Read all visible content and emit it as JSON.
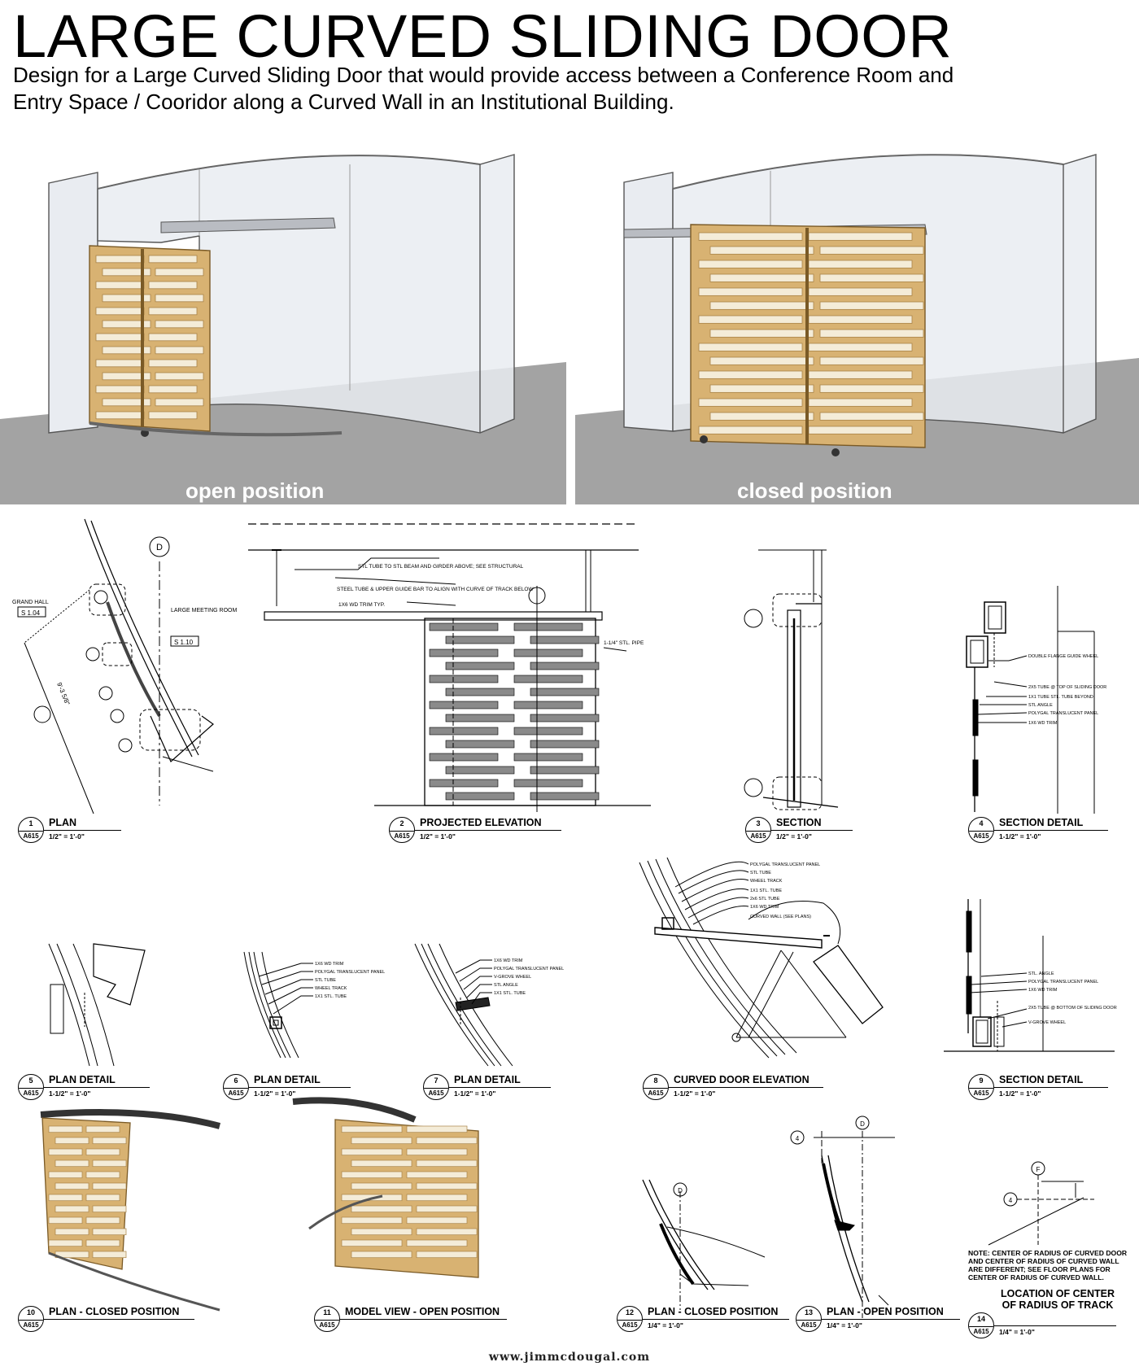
{
  "header": {
    "title": "LARGE CURVED SLIDING DOOR",
    "subtitle": "Design for a Large Curved Sliding Door that would provide access between a Conference Room and Entry Space / Cooridor along a Curved Wall in an Institutional Building."
  },
  "renders": {
    "open_label": "open position",
    "closed_label": "closed position",
    "colors": {
      "floor": "#a3a3a3",
      "glass": "#e9ecf1",
      "wood": "#d8b272",
      "panel": "#f4ecd8"
    }
  },
  "drawings": [
    {
      "number": "1",
      "sheet": "A615",
      "title": "PLAN",
      "scale": "1/2\" = 1'-0\""
    },
    {
      "number": "2",
      "sheet": "A615",
      "title": "PROJECTED ELEVATION",
      "scale": "1/2\" = 1'-0\""
    },
    {
      "number": "3",
      "sheet": "A615",
      "title": "SECTION",
      "scale": "1/2\" = 1'-0\""
    },
    {
      "number": "4",
      "sheet": "A615",
      "title": "SECTION DETAIL",
      "scale": "1-1/2\" = 1'-0\""
    },
    {
      "number": "5",
      "sheet": "A615",
      "title": "PLAN DETAIL",
      "scale": "1-1/2\" = 1'-0\""
    },
    {
      "number": "6",
      "sheet": "A615",
      "title": "PLAN DETAIL",
      "scale": "1-1/2\" = 1'-0\""
    },
    {
      "number": "7",
      "sheet": "A615",
      "title": "PLAN DETAIL",
      "scale": "1-1/2\" = 1'-0\""
    },
    {
      "number": "8",
      "sheet": "A615",
      "title": "CURVED DOOR ELEVATION",
      "scale": "1-1/2\" = 1'-0\""
    },
    {
      "number": "9",
      "sheet": "A615",
      "title": "SECTION DETAIL",
      "scale": "1-1/2\" = 1'-0\""
    },
    {
      "number": "10",
      "sheet": "A615",
      "title": "PLAN - CLOSED POSITION",
      "scale": ""
    },
    {
      "number": "11",
      "sheet": "A615",
      "title": "MODEL VIEW - OPEN POSITION",
      "scale": ""
    },
    {
      "number": "12",
      "sheet": "A615",
      "title": "PLAN - CLOSED POSITION",
      "scale": "1/4\" = 1'-0\""
    },
    {
      "number": "13",
      "sheet": "A615",
      "title": "PLAN - OPEN POSITION",
      "scale": "1/4\" = 1'-0\""
    },
    {
      "number": "14",
      "sheet": "A615",
      "title": "LOCATION OF CENTER OF RADIUS OF TRACK",
      "scale": "1/4\" = 1'-0\""
    }
  ],
  "plan_tags": {
    "grand_hall": "GRAND HALL",
    "grand_hall_ref": "S 1.04",
    "meeting_room": "LARGE MEETING ROOM",
    "meeting_room_ref": "S 1.10",
    "grid_d": "D",
    "grid_f": "F",
    "grid_4": "4",
    "dimension": "9'-3 5/8\""
  },
  "elevation_notes": {
    "n1": "STL TUBE TO STL BEAM AND GIRDER ABOVE; SEE STRUCTURAL",
    "n2": "STEEL TUBE & UPPER GUIDE BAR TO ALIGN WITH CURVE OF TRACK BELOW",
    "n3": "1X6 WD TRIM TYP.",
    "n4": "1-1/4\" STL. PIPE"
  },
  "section_notes": {
    "n1": "DOUBLE FLANGE GUIDE WHEEL",
    "n2": "2X5 TUBE @ TOP OF SLIDING DOOR",
    "n3": "1X1 TUBE STL. TUBE BEYOND",
    "n4": "STL ANGLE",
    "n5": "POLYGAL TRANSLUCENT PANEL",
    "n6": "1X6 WD TRIM"
  },
  "detail6_notes": [
    "1X6 WD TRIM",
    "POLYGAL TRANSLUCENT PANEL",
    "STL TUBE",
    "WHEEL TRACK",
    "1X1 STL. TUBE"
  ],
  "detail7_notes": [
    "1X6 WD TRIM",
    "POLYGAL TRANSLUCENT PANEL",
    "V-GROVE WHEEL",
    "STL ANGLE",
    "1X1 STL. TUBE"
  ],
  "detail8_notes": [
    "POLYGAL TRANSLUCENT PANEL",
    "STL TUBE",
    "WHEEL TRACK",
    "1X1 STL. TUBE",
    "2x6 STL TUBE",
    "1X6 WD TRIM",
    "CURVED WALL (SEE PLANS)"
  ],
  "detail9_notes": [
    "STL. ANGLE",
    "POLYGAL TRANSLUCENT PANEL",
    "1X6 WD TRIM",
    "2X5 TUBE @ BOTTOM OF SLIDING DOOR",
    "V-GROVE WHEEL"
  ],
  "note14": "NOTE:  CENTER OF RADIUS OF CURVED DOOR AND CENTER OF RADIUS OF CURVED WALL ARE DIFFERENT; SEE FLOOR PLANS FOR CENTER OF RADIUS OF CURVED WALL.",
  "website": "www.jimmcdougal.com"
}
